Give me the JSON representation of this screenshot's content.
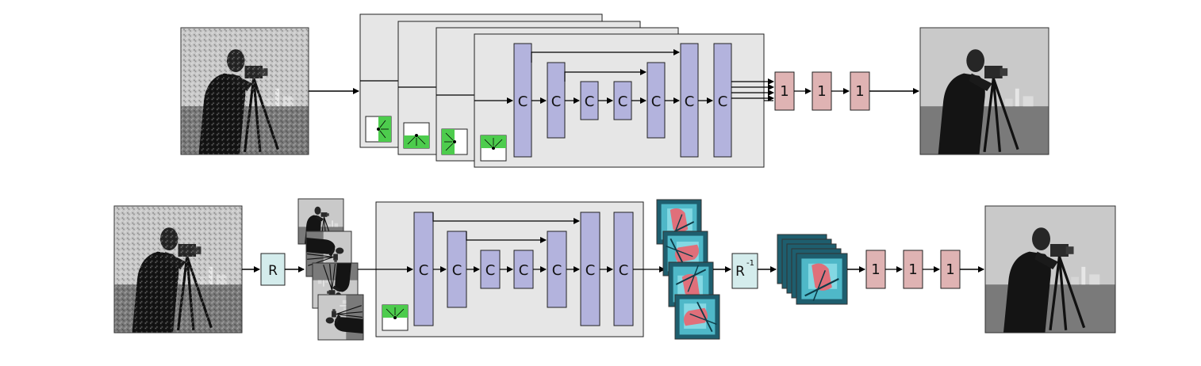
{
  "labels": {
    "conv": "C",
    "one_by_one": "1",
    "rotate": "R",
    "inverse_rotate_base": "R",
    "inverse_rotate_sup": "-1"
  },
  "colors": {
    "panel_fill": "#e6e6e6",
    "conv_fill": "#b3b3dd",
    "one_by_one_fill": "#dfb3b3",
    "rotate_fill": "#d4ecec",
    "mask_green": "#4dcc4d",
    "arrow": "#000000"
  },
  "icons": {
    "input_image": "noisy-cameraman-image",
    "output_image": "denoised-cameraman-image",
    "mask": "blind-spot-half-mask-icon",
    "feature_maps": "feature-map-stack"
  }
}
